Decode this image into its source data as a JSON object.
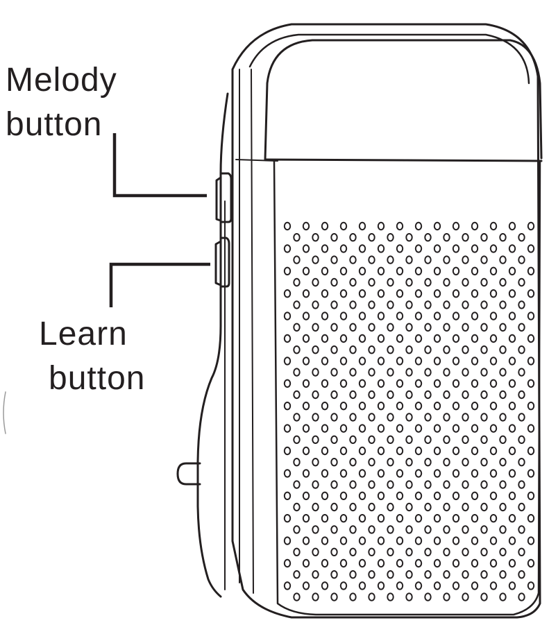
{
  "callouts": {
    "melody": {
      "line1": "Melody",
      "line2": "button"
    },
    "learn": {
      "line1": "Learn",
      "line2": "button"
    }
  },
  "colors": {
    "ink": "#231f20",
    "background": "#ffffff"
  }
}
